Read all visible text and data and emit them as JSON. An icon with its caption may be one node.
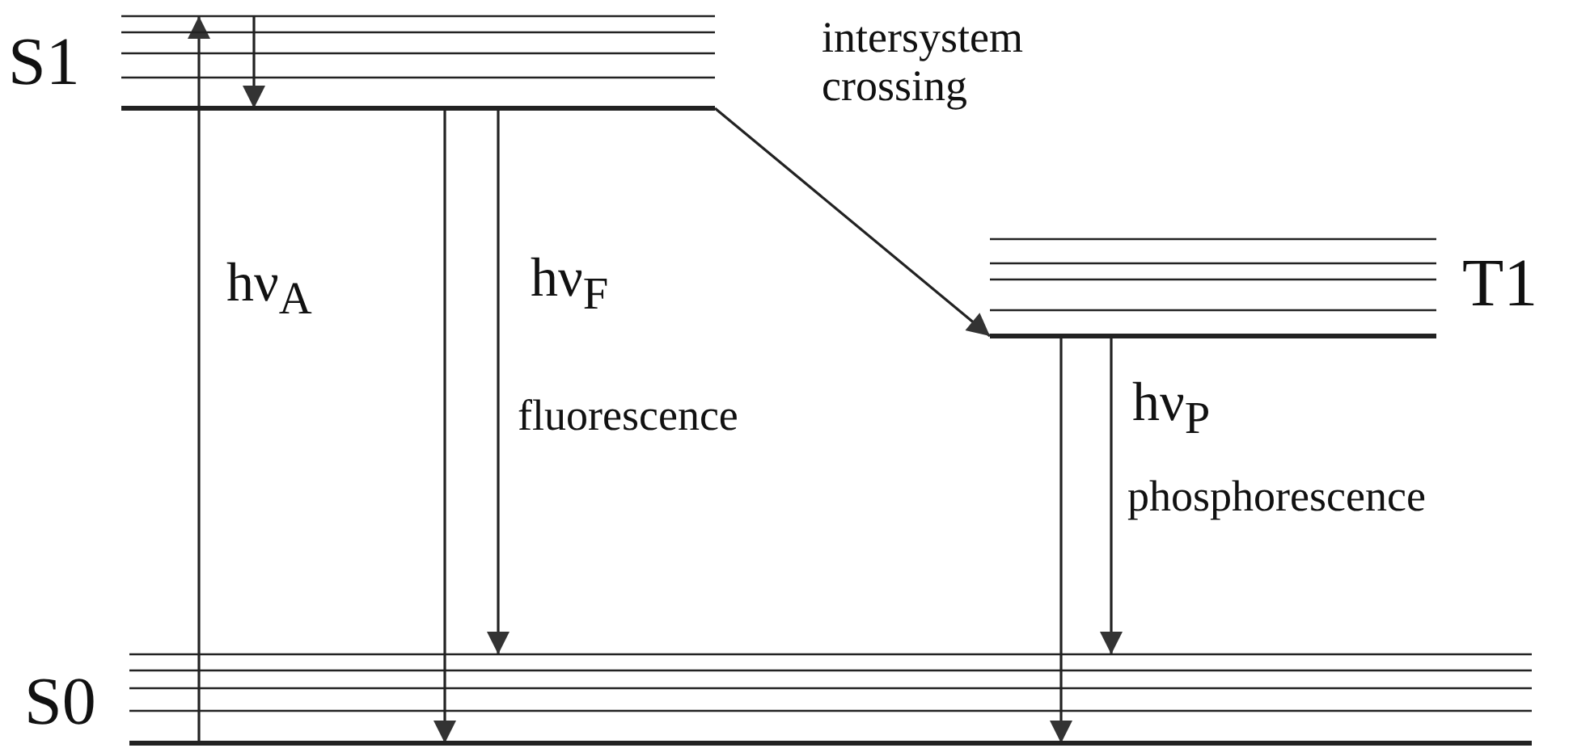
{
  "diagram": {
    "nodes": [
      {
        "text": [
          "S1"
        ]
      },
      {
        "text": [
          "T1"
        ]
      },
      {
        "text": [
          "S0"
        ]
      }
    ],
    "edges": [
      {
        "from": 2,
        "to": 0,
        "arrow": "to",
        "label": "hν$_{A}$"
      },
      {
        "from": 0,
        "to": 0,
        "arrow": "to"
      },
      {
        "from": 0,
        "to": 2,
        "arrow": "to"
      },
      {
        "from": 0,
        "to": 2,
        "arrow": "to",
        "label": "hν$_{F}$"
      },
      {
        "from": 0,
        "to": 1,
        "arrow": "to",
        "label": "intersystem crossing"
      },
      {
        "from": 1,
        "to": 2,
        "arrow": "to"
      },
      {
        "from": 1,
        "to": 2,
        "arrow": "to",
        "label": "hν$_{P}$"
      }
    ],
    "labels": [
      "fluorescence",
      "phosphorescence"
    ]
  }
}
